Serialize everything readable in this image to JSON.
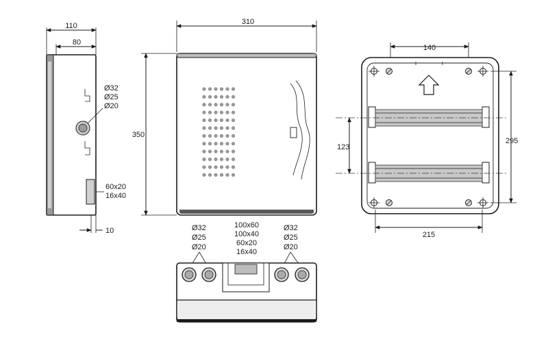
{
  "side_view": {
    "dim_total_width": "110",
    "dim_inner_width": "80",
    "knockout_labels": [
      "Ø32",
      "Ø25",
      "Ø20"
    ],
    "slot_labels": [
      "60x20",
      "16x40"
    ],
    "dim_offset": "10"
  },
  "front_view": {
    "dim_width": "310",
    "dim_height": "350"
  },
  "bottom_view": {
    "left_knockout_labels": [
      "Ø32",
      "Ø25",
      "Ø20"
    ],
    "center_slot_labels": [
      "100x60",
      "100x40",
      "60x20",
      "16x40"
    ],
    "right_knockout_labels": [
      "Ø32",
      "Ø25",
      "Ø20"
    ]
  },
  "back_view": {
    "dim_top": "140",
    "dim_rail_spacing": "123",
    "dim_height": "295",
    "dim_bottom": "215"
  }
}
